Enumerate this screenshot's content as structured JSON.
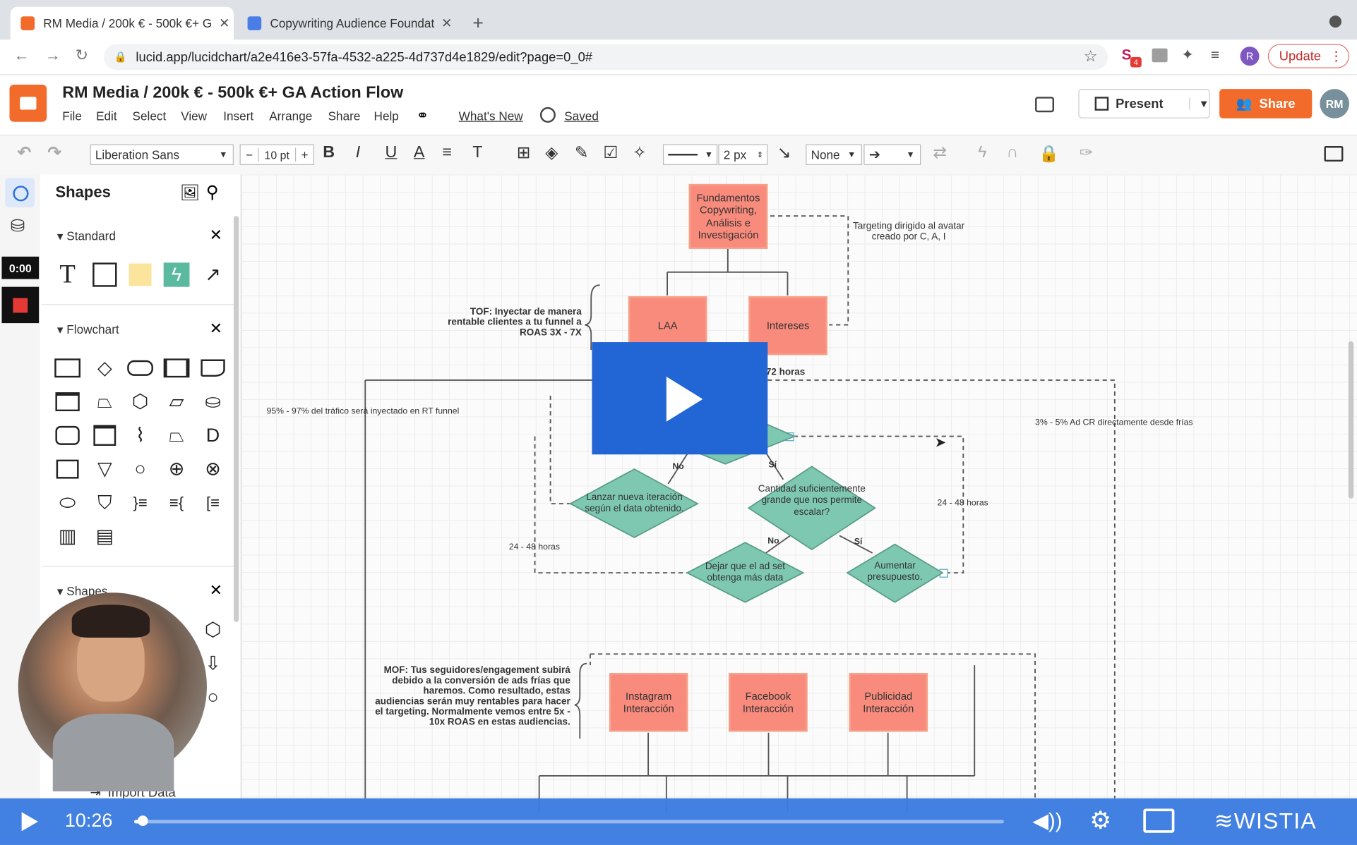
{
  "browser": {
    "tabs": [
      {
        "title": "RM Media / 200k € - 500k €+ G",
        "active": true
      },
      {
        "title": "Copywriting Audience Foundat",
        "active": false
      }
    ],
    "url": "lucid.app/lucidchart/a2e416e3-57fa-4532-a225-4d737d4e1829/edit?page=0_0#",
    "update_label": "Update",
    "profile_initial": "R",
    "extension_badge": "4"
  },
  "app": {
    "title": "RM Media / 200k € - 500k €+ GA Action Flow",
    "menu": [
      "File",
      "Edit",
      "Select",
      "View",
      "Insert",
      "Arrange",
      "Share",
      "Help"
    ],
    "whats_new": "What's New",
    "saved": "Saved",
    "present_label": "Present",
    "share_label": "Share",
    "avatar_initials": "RM",
    "brand_color": "#f26b2a"
  },
  "toolbar": {
    "font": "Liberation Sans",
    "font_size": "10 pt",
    "line_width": "2 px",
    "arrow_start": "None",
    "bold": "B",
    "italic": "I",
    "underline": "U",
    "textcolor": "A",
    "text_t": "T"
  },
  "sidebar": {
    "title": "Shapes",
    "timer": "0:00",
    "sections": [
      "Standard",
      "Flowchart",
      "Shapes"
    ],
    "import_label": "Import Data"
  },
  "diagram": {
    "nodes": {
      "fundamentos": "Fundamentos Copywriting, Análisis e Investigación",
      "laa": "LAA",
      "intereses": "Intereses",
      "lanzar": "Lanzar nueva iteración según el data obtenido.",
      "cantidad": "Cantidad suficientemente grande que nos permite escalar?",
      "dejar": "Dejar que el ad set obtenga más data",
      "aumentar": "Aumentar presupuesto.",
      "instagram": "Instagram Interacción",
      "facebook": "Facebook Interacción",
      "publicidad": "Publicidad Interacción"
    },
    "labels": {
      "targeting": "Targeting dirigido al avatar creado por  C, A, I",
      "tof": "TOF: Inyectar de manera rentable clientes a tu funnel a ROAS 3X - 7X",
      "horas72": "72 horas",
      "trafico": "95% - 97% del tráfico será inyectado en RT funnel",
      "cr": "3% - 5% Ad CR directamente desde frías",
      "no1": "No",
      "si1": "Sí",
      "no2": "No",
      "si2": "Sí",
      "h2448a": "24 - 48 horas",
      "h2448b": "24 - 48 horas",
      "mof": "MOF: Tus seguidores/engagement subirá debido a la conversión de ads frías que haremos. Como resultado, estas audiencias serán muy rentables para hacer el targeting. Normalmente vemos entre 5x - 10x ROAS en estas audiencias."
    },
    "colors": {
      "rect_fill": "#f98b7d",
      "diamond_fill": "#7ec8b2"
    }
  },
  "player": {
    "time": "10:26",
    "progress": 0.01,
    "brand": "WISTIA"
  }
}
